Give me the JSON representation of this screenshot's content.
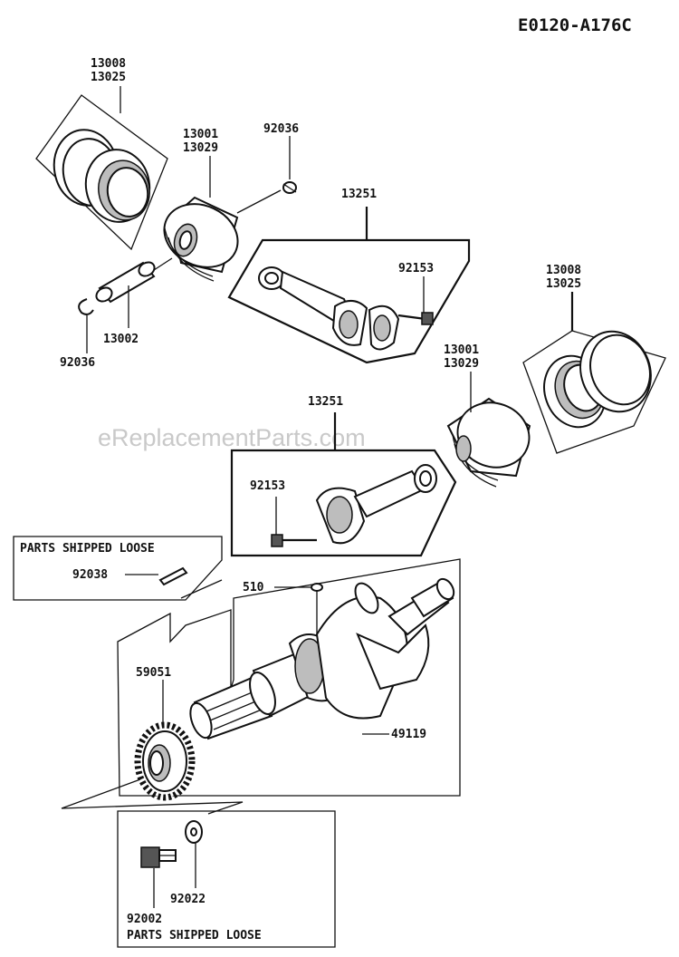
{
  "diagram_code": "E0120-A176C",
  "watermark": "eReplacementParts.com",
  "callouts": {
    "rings_top": {
      "line1": "13008",
      "line2": "13025"
    },
    "piston_top": {
      "line1": "13001",
      "line2": "13029"
    },
    "clip_top_right": "92036",
    "rod_top": "13251",
    "rod_top_bolt": "92153",
    "pin": "13002",
    "clip_left": "92036",
    "rings_right": {
      "line1": "13008",
      "line2": "13025"
    },
    "piston_right": {
      "line1": "13001",
      "line2": "13029"
    },
    "rod_mid": "13251",
    "rod_mid_bolt": "92153",
    "key_loose": "92038",
    "woodruff": "510",
    "gear": "59051",
    "crankshaft": "49119",
    "bolt_bottom": "92002",
    "washer_bottom": "92022"
  },
  "notes": {
    "loose_top": "PARTS SHIPPED LOOSE",
    "loose_bottom": "PARTS SHIPPED LOOSE"
  }
}
